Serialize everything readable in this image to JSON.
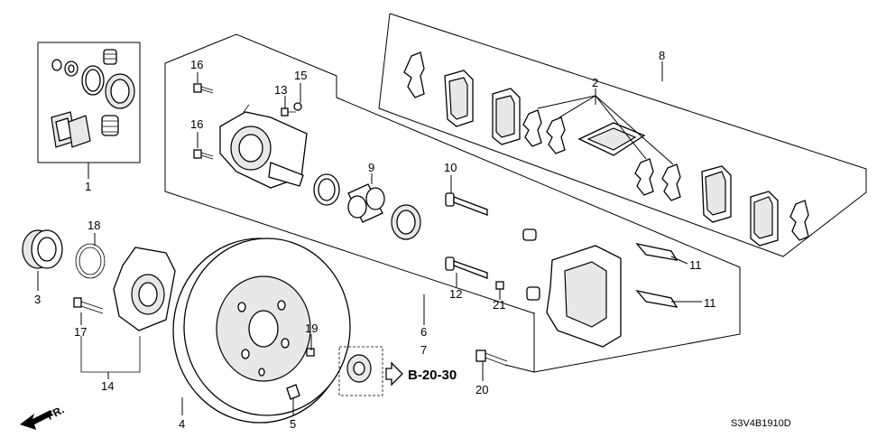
{
  "callouts": [
    {
      "id": "c1",
      "text": "1"
    },
    {
      "id": "c2",
      "text": "2"
    },
    {
      "id": "c3",
      "text": "3"
    },
    {
      "id": "c4",
      "text": "4"
    },
    {
      "id": "c5",
      "text": "5"
    },
    {
      "id": "c6",
      "text": "6"
    },
    {
      "id": "c7",
      "text": "7"
    },
    {
      "id": "c8",
      "text": "8"
    },
    {
      "id": "c9",
      "text": "9"
    },
    {
      "id": "c10",
      "text": "10"
    },
    {
      "id": "c11a",
      "text": "11"
    },
    {
      "id": "c11b",
      "text": "11"
    },
    {
      "id": "c12",
      "text": "12"
    },
    {
      "id": "c13",
      "text": "13"
    },
    {
      "id": "c14",
      "text": "14"
    },
    {
      "id": "c15",
      "text": "15"
    },
    {
      "id": "c16a",
      "text": "16"
    },
    {
      "id": "c16b",
      "text": "16"
    },
    {
      "id": "c17",
      "text": "17"
    },
    {
      "id": "c18",
      "text": "18"
    },
    {
      "id": "c19",
      "text": "19"
    },
    {
      "id": "c20",
      "text": "20"
    },
    {
      "id": "c21",
      "text": "21"
    }
  ],
  "reference": "B-20-30",
  "front_label": "FR.",
  "diagram_code": "S3V4B1910D"
}
